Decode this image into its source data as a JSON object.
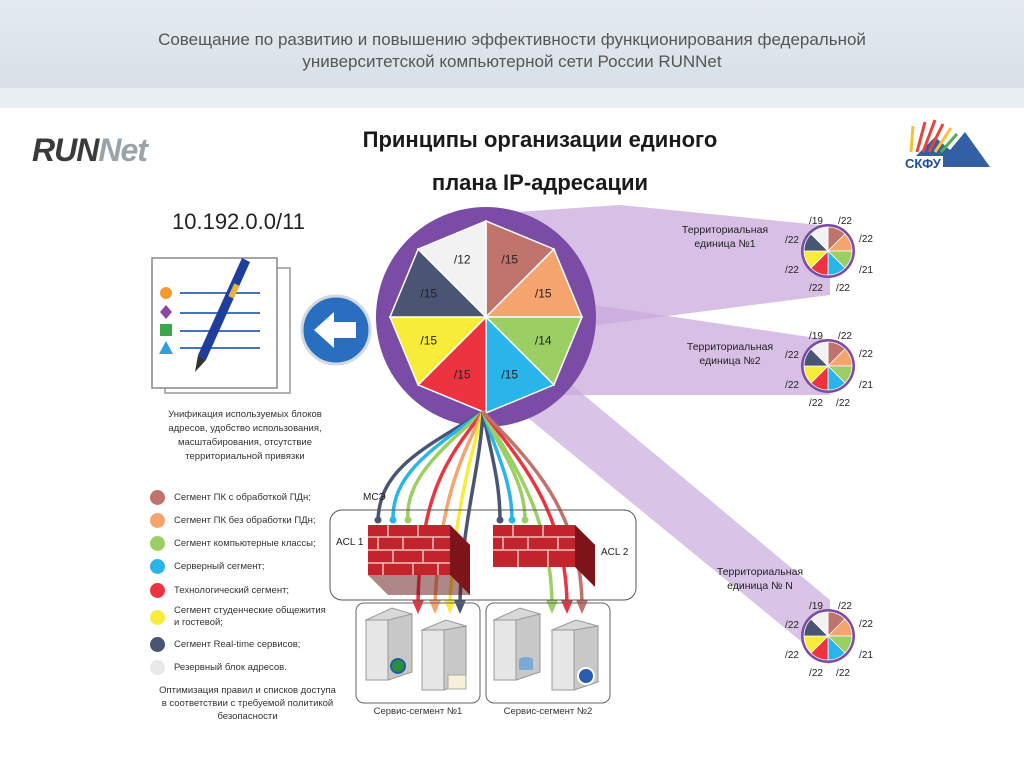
{
  "header": {
    "line1": "Совещание по развитию и повышению эффективности функционирования федеральной",
    "line2": "университетской компьютерной сети России RUNNet"
  },
  "logos": {
    "left_main": "RUN",
    "left_accent": "Net",
    "right_text": "СКФУ"
  },
  "title": {
    "line1": "Принципы организации единого",
    "line2": "плана IP-адресации"
  },
  "address_block": "10.192.0.0/11",
  "unification_text": [
    "Унификация используемых блоков",
    "адресов, удобство использования,",
    "масштабирования, отсутствие",
    "территориальной привязки"
  ],
  "main_pie": {
    "labels": [
      "/15",
      "/15",
      "/14",
      "/15",
      "/15",
      "/15",
      "/15",
      "/12"
    ],
    "colors": [
      "#c0736a",
      "#f4a46c",
      "#9bcf64",
      "#2ab5ea",
      "#ee3340",
      "#f8ec3a",
      "#4a5575",
      "#f2f2f2"
    ]
  },
  "units": [
    {
      "title1": "Территориальная",
      "title2": "единица №1",
      "labels": [
        "/19",
        "/22",
        "/22",
        "/21",
        "/22",
        "/22",
        "/22",
        "/22"
      ]
    },
    {
      "title1": "Территориальная",
      "title2": "единица №2",
      "labels": [
        "/19",
        "/22",
        "/22",
        "/21",
        "/22",
        "/22",
        "/22",
        "/22"
      ]
    },
    {
      "title1": "Территориальная",
      "title2": "единица № N",
      "labels": [
        "/19",
        "/22",
        "/22",
        "/21",
        "/22",
        "/22",
        "/22",
        "/22"
      ]
    }
  ],
  "legend": [
    {
      "label": "Сегмент ПК с обработкой ПДн;",
      "color": "#c0736a"
    },
    {
      "label": "Сегмент ПК без обработки ПДн;",
      "color": "#f4a46c"
    },
    {
      "label": "Сегмент компьютерные классы;",
      "color": "#9bcf64"
    },
    {
      "label": "Серверный сегмент;",
      "color": "#2ab5ea"
    },
    {
      "label": "Технологический сегмент;",
      "color": "#ee3340"
    },
    {
      "label": "Сегмент студенческие общежития",
      "label2": "и гостевой;",
      "color": "#f8ec3a"
    },
    {
      "label": "Сегмент Real-time сервисов;",
      "color": "#4a5575"
    },
    {
      "label": "Резервный блок адресов.",
      "color": "#e8e8e8"
    }
  ],
  "firewall": {
    "mse": "МСЭ",
    "acl1": "ACL 1",
    "acl2": "ACL 2"
  },
  "optimization_text": [
    "Оптимизация правил и списков доступа",
    "в соответствии с требуемой политикой",
    "безопасности"
  ],
  "service_segments": {
    "seg1": "Сервис-сегмент №1",
    "seg2": "Сервис-сегмент №2"
  },
  "colors": {
    "purple_dark": "#7b4ca6",
    "purple_light": "#c9a9dd",
    "arrow_blue": "#2a6ec0",
    "brick": "#c3242b"
  }
}
